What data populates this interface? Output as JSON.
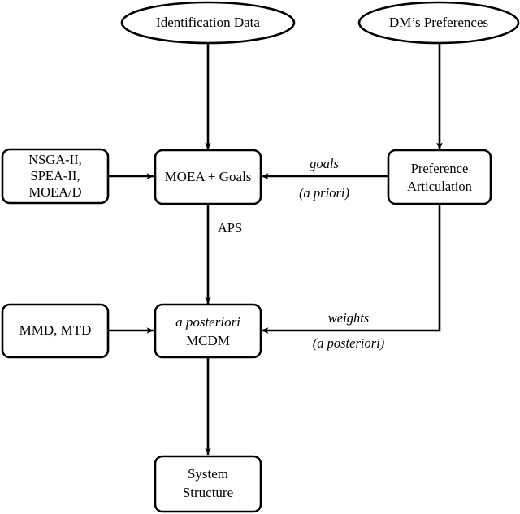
{
  "diagram": {
    "title": "MOEA-MCDM system identification workflow",
    "background_color": "#ffffff",
    "stroke_color": "#000000",
    "fill_color": "#ffffff",
    "nodes": [
      {
        "id": "identification-data",
        "shape": "ellipse",
        "lines": [
          "Identification Data"
        ],
        "style": "upright"
      },
      {
        "id": "dm-preferences",
        "shape": "ellipse",
        "lines": [
          "DM’s Preferences"
        ],
        "style": "upright"
      },
      {
        "id": "algorithms",
        "shape": "rounded-rect",
        "lines": [
          "NSGA-II,",
          "SPEA-II,",
          "MOEA/D"
        ],
        "style": "upright"
      },
      {
        "id": "moea-goals",
        "shape": "rounded-rect",
        "lines": [
          "MOEA + Goals"
        ],
        "style": "upright"
      },
      {
        "id": "preference-articulation",
        "shape": "rounded-rect",
        "lines": [
          "Preference",
          "Articulation"
        ],
        "style": "upright"
      },
      {
        "id": "metrics",
        "shape": "rounded-rect",
        "lines": [
          "MMD, MTD"
        ],
        "style": "upright"
      },
      {
        "id": "mcdm",
        "shape": "rounded-rect",
        "lines": [
          "a posteriori",
          "MCDM"
        ],
        "style": "mixed-italic-first-line"
      },
      {
        "id": "system-structure",
        "shape": "rounded-rect",
        "lines": [
          "System",
          "Structure"
        ],
        "style": "upright"
      }
    ],
    "edges": [
      {
        "id": "identification-to-moea",
        "from": "identification-data",
        "to": "moea-goals",
        "label_above": "",
        "label_below": ""
      },
      {
        "id": "dm-to-preference",
        "from": "dm-preferences",
        "to": "preference-articulation",
        "label_above": "",
        "label_below": ""
      },
      {
        "id": "algorithms-to-moea",
        "from": "algorithms",
        "to": "moea-goals",
        "label_above": "",
        "label_below": ""
      },
      {
        "id": "preference-to-moea",
        "from": "preference-articulation",
        "to": "moea-goals",
        "label_above": "goals",
        "label_below": "(a priori)",
        "label_style": "italic"
      },
      {
        "id": "moea-to-mcdm",
        "from": "moea-goals",
        "to": "mcdm",
        "label_side": "APS",
        "label_style": "upright"
      },
      {
        "id": "metrics-to-mcdm",
        "from": "metrics",
        "to": "mcdm",
        "label_above": "",
        "label_below": ""
      },
      {
        "id": "preference-to-mcdm",
        "from": "preference-articulation",
        "to": "mcdm",
        "label_above": "weights",
        "label_below": "(a posteriori)",
        "label_style": "italic"
      },
      {
        "id": "mcdm-to-system",
        "from": "mcdm",
        "to": "system-structure",
        "label_above": "",
        "label_below": ""
      }
    ],
    "edge_labels": {
      "goals": "goals",
      "a_priori": "(a priori)",
      "aps": "APS",
      "weights": "weights",
      "a_posteriori": "(a posteriori)"
    }
  }
}
